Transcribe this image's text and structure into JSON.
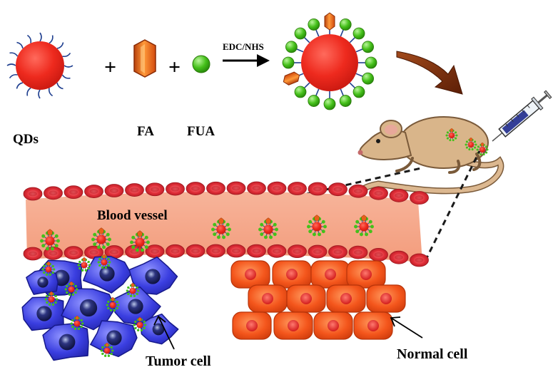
{
  "labels": {
    "qds": "QDs",
    "fa": "FA",
    "fua": "FUA",
    "reaction": "EDC/NHS",
    "blood_vessel": "Blood vessel",
    "tumor_cell": "Tumor cell",
    "normal_cell": "Normal cell"
  },
  "operators": {
    "plus": "+"
  },
  "colors": {
    "quantum_dot": "#e8231c",
    "ligand_strand": "#1f3f8f",
    "folic_acid": "#e8601a",
    "fua_sphere": "#4cc21c",
    "vessel_wall": "#f6a88a",
    "red_blood_cell": "#e0303a",
    "tumor_cell": "#3b3fd8",
    "normal_cell": "#f25a1e",
    "mouse_body": "#d9b58a",
    "arrow_brown": "#8a3a12"
  },
  "icons": {
    "mouse": "mouse-icon",
    "syringe": "syringe-icon"
  }
}
